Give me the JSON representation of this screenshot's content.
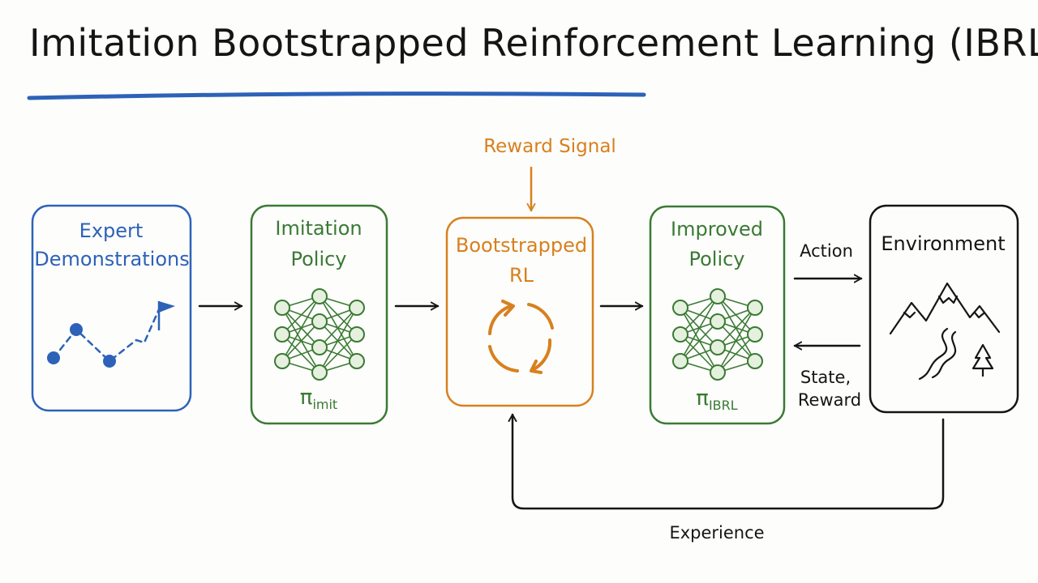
{
  "title": "Imitation Bootstrapped Reinforcement Learning (IBRL)",
  "reward_signal": "Reward Signal",
  "boxes": {
    "expert": {
      "line1": "Expert",
      "line2": "Demonstrations"
    },
    "imitation": {
      "line1": "Imitation",
      "line2": "Policy",
      "symbol": "π",
      "subscript": "imit"
    },
    "bootstrapped": {
      "line1": "Bootstrapped",
      "line2": "RL"
    },
    "improved": {
      "line1": "Improved",
      "line2": "Policy",
      "symbol": "π",
      "subscript": "IBRL"
    },
    "environment": {
      "line1": "Environment"
    }
  },
  "edges": {
    "action": "Action",
    "state_line1": "State,",
    "state_line2": "Reward",
    "experience": "Experience"
  },
  "colors": {
    "blue": "#2d62b8",
    "green": "#3a7a33",
    "orange": "#d8801e",
    "black": "#151515"
  }
}
